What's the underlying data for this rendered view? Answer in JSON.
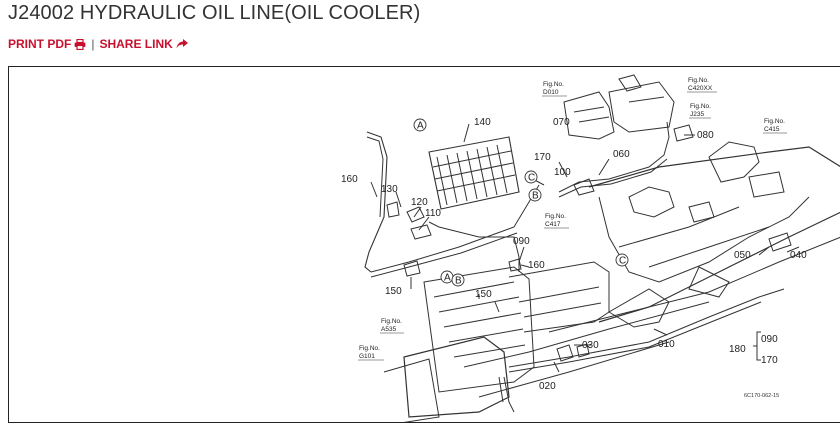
{
  "page_title": "J24002 HYDRAULIC OIL LINE(OIL COOLER)",
  "actions": {
    "print_label": "PRINT PDF",
    "separator": "|",
    "share_label": "SHARE LINK",
    "accent_color": "#c8102e",
    "print_icon": "printer-icon",
    "share_icon": "share-arrow-icon"
  },
  "diagram": {
    "part_labels": {
      "p010": "010",
      "p020": "020",
      "p030": "030",
      "p040": "040",
      "p050": "050",
      "p060": "060",
      "p070": "070",
      "p080": "080",
      "p090": "090",
      "p100": "100",
      "p110": "110",
      "p120": "120",
      "p130": "130",
      "p140": "140",
      "p150a": "150",
      "p150b": "150",
      "p160a": "160",
      "p160b": "160",
      "p170": "170",
      "p180": "180",
      "group_090": "090",
      "group_170": "170"
    },
    "callouts": {
      "a1": "A",
      "a2": "A",
      "b1": "B",
      "b2": "B",
      "c1": "C",
      "c2": "C"
    },
    "fig_refs": {
      "fig_d010": {
        "label": "Fig.No.",
        "code": "D010"
      },
      "fig_c420": {
        "label": "Fig.No.",
        "code": "C420XX"
      },
      "fig_j235": {
        "label": "Fig.No.",
        "code": "J235"
      },
      "fig_c415": {
        "label": "Fig.No.",
        "code": "C415"
      },
      "fig_c417": {
        "label": "Fig.No.",
        "code": "C417"
      },
      "fig_a535": {
        "label": "Fig.No.",
        "code": "A535"
      },
      "fig_g101": {
        "label": "Fig.No.",
        "code": "G101"
      }
    },
    "drawing_code": "6C170-062-15"
  }
}
